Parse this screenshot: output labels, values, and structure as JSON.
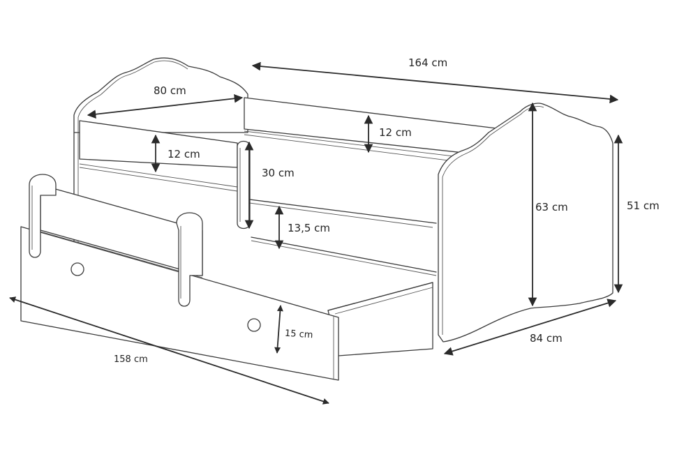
{
  "diagram": {
    "subject": "Children's bed with guard rails and drawer - dimensions",
    "colors": {
      "line": "#3a3a3a",
      "arrow": "#2a2a2a",
      "background": "#ffffff"
    },
    "dimensions": {
      "total_length": "164 cm",
      "headboard_depth": "80 cm",
      "rail_top_left": "12 cm",
      "rail_top_right": "12 cm",
      "guard_height": "30 cm",
      "mattress_gap": "13,5 cm",
      "drawer_height": "15 cm",
      "headboard_height": "63 cm",
      "side_height": "51 cm",
      "footboard_depth": "84 cm",
      "drawer_length": "158 cm"
    }
  }
}
